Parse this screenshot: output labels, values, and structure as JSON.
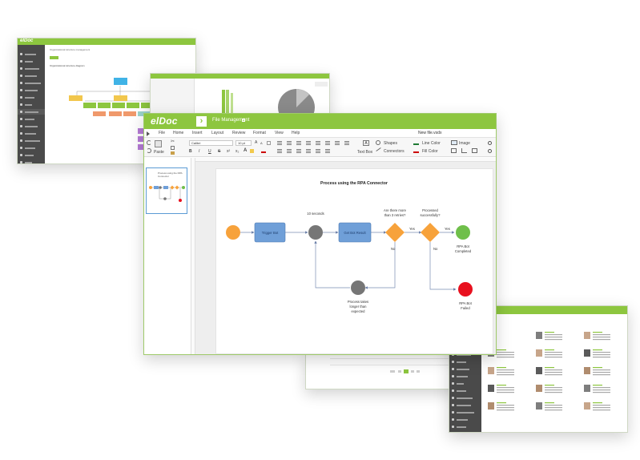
{
  "main": {
    "logo": "elDoc",
    "app_title": "File Management",
    "menu": [
      "File",
      "Home",
      "Insert",
      "Layout",
      "Review",
      "Format",
      "View",
      "Help"
    ],
    "doc_name": "New file.vsdx",
    "ribbon": {
      "paste": "Paste",
      "font": "Calibri",
      "size": "10 pt",
      "text_box": "Text Box",
      "shapes": "Shapes",
      "connectors": "Connectors",
      "line_color": "Line Color",
      "fill_color": "Fill Color",
      "image": "Image"
    },
    "thumbnail_title": "Process using the RPA Connector",
    "diagram": {
      "title": "Process using the RPA Connector",
      "trigger": "Trigger Bot",
      "timer": "10 seconds",
      "get_result": "Get Bot Result",
      "q_retries": "Are there more than 3 retries?",
      "q_processed": "Processed successfully?",
      "yes1": "Yes",
      "yes2": "Yes",
      "no1": "No",
      "no2": "No",
      "completed": "RPA Bot Completed",
      "failed": "RPA Bot Failed",
      "delay": "Process takes longer than expected"
    }
  },
  "back": {
    "logo": "elDoc",
    "org_title": "Organizational structure management",
    "org_subtitle": "Organizational structure diagram"
  },
  "colors": {
    "brand_green": "#8dc63f",
    "start_orange": "#f7a23b",
    "task_blue": "#6f9fd8",
    "gateway_orange": "#f7a23b",
    "event_gray": "#767676",
    "end_green": "#6fbf4a",
    "end_red": "#e8101e"
  }
}
